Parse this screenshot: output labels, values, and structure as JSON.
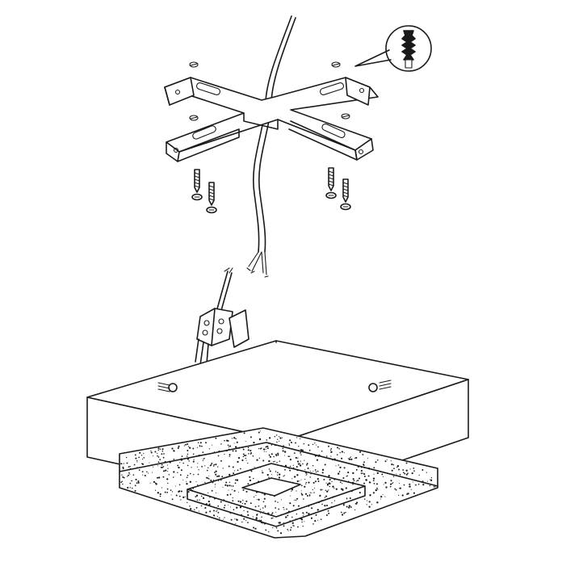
{
  "figure": {
    "kind": "assembly-instructions",
    "colors": {
      "stroke": "#1a1a1a",
      "background": "#ffffff",
      "speckle": "#1a1a1a"
    },
    "parts": [
      {
        "id": "power-cable",
        "icon": "cable-icon"
      },
      {
        "id": "mounting-bracket",
        "icon": "cross-bracket-icon"
      },
      {
        "id": "wall-plugs",
        "icon": "wall-plug-icon",
        "count": 4
      },
      {
        "id": "mounting-screws",
        "icon": "screw-icon",
        "count": 4
      },
      {
        "id": "wall-plug-detail",
        "icon": "magnifier-callout-icon"
      },
      {
        "id": "terminal-block",
        "icon": "terminal-block-icon"
      },
      {
        "id": "housing-screws",
        "icon": "screw-icon",
        "count": 2
      },
      {
        "id": "ceiling-lamp",
        "icon": "square-led-lamp-icon"
      }
    ]
  }
}
